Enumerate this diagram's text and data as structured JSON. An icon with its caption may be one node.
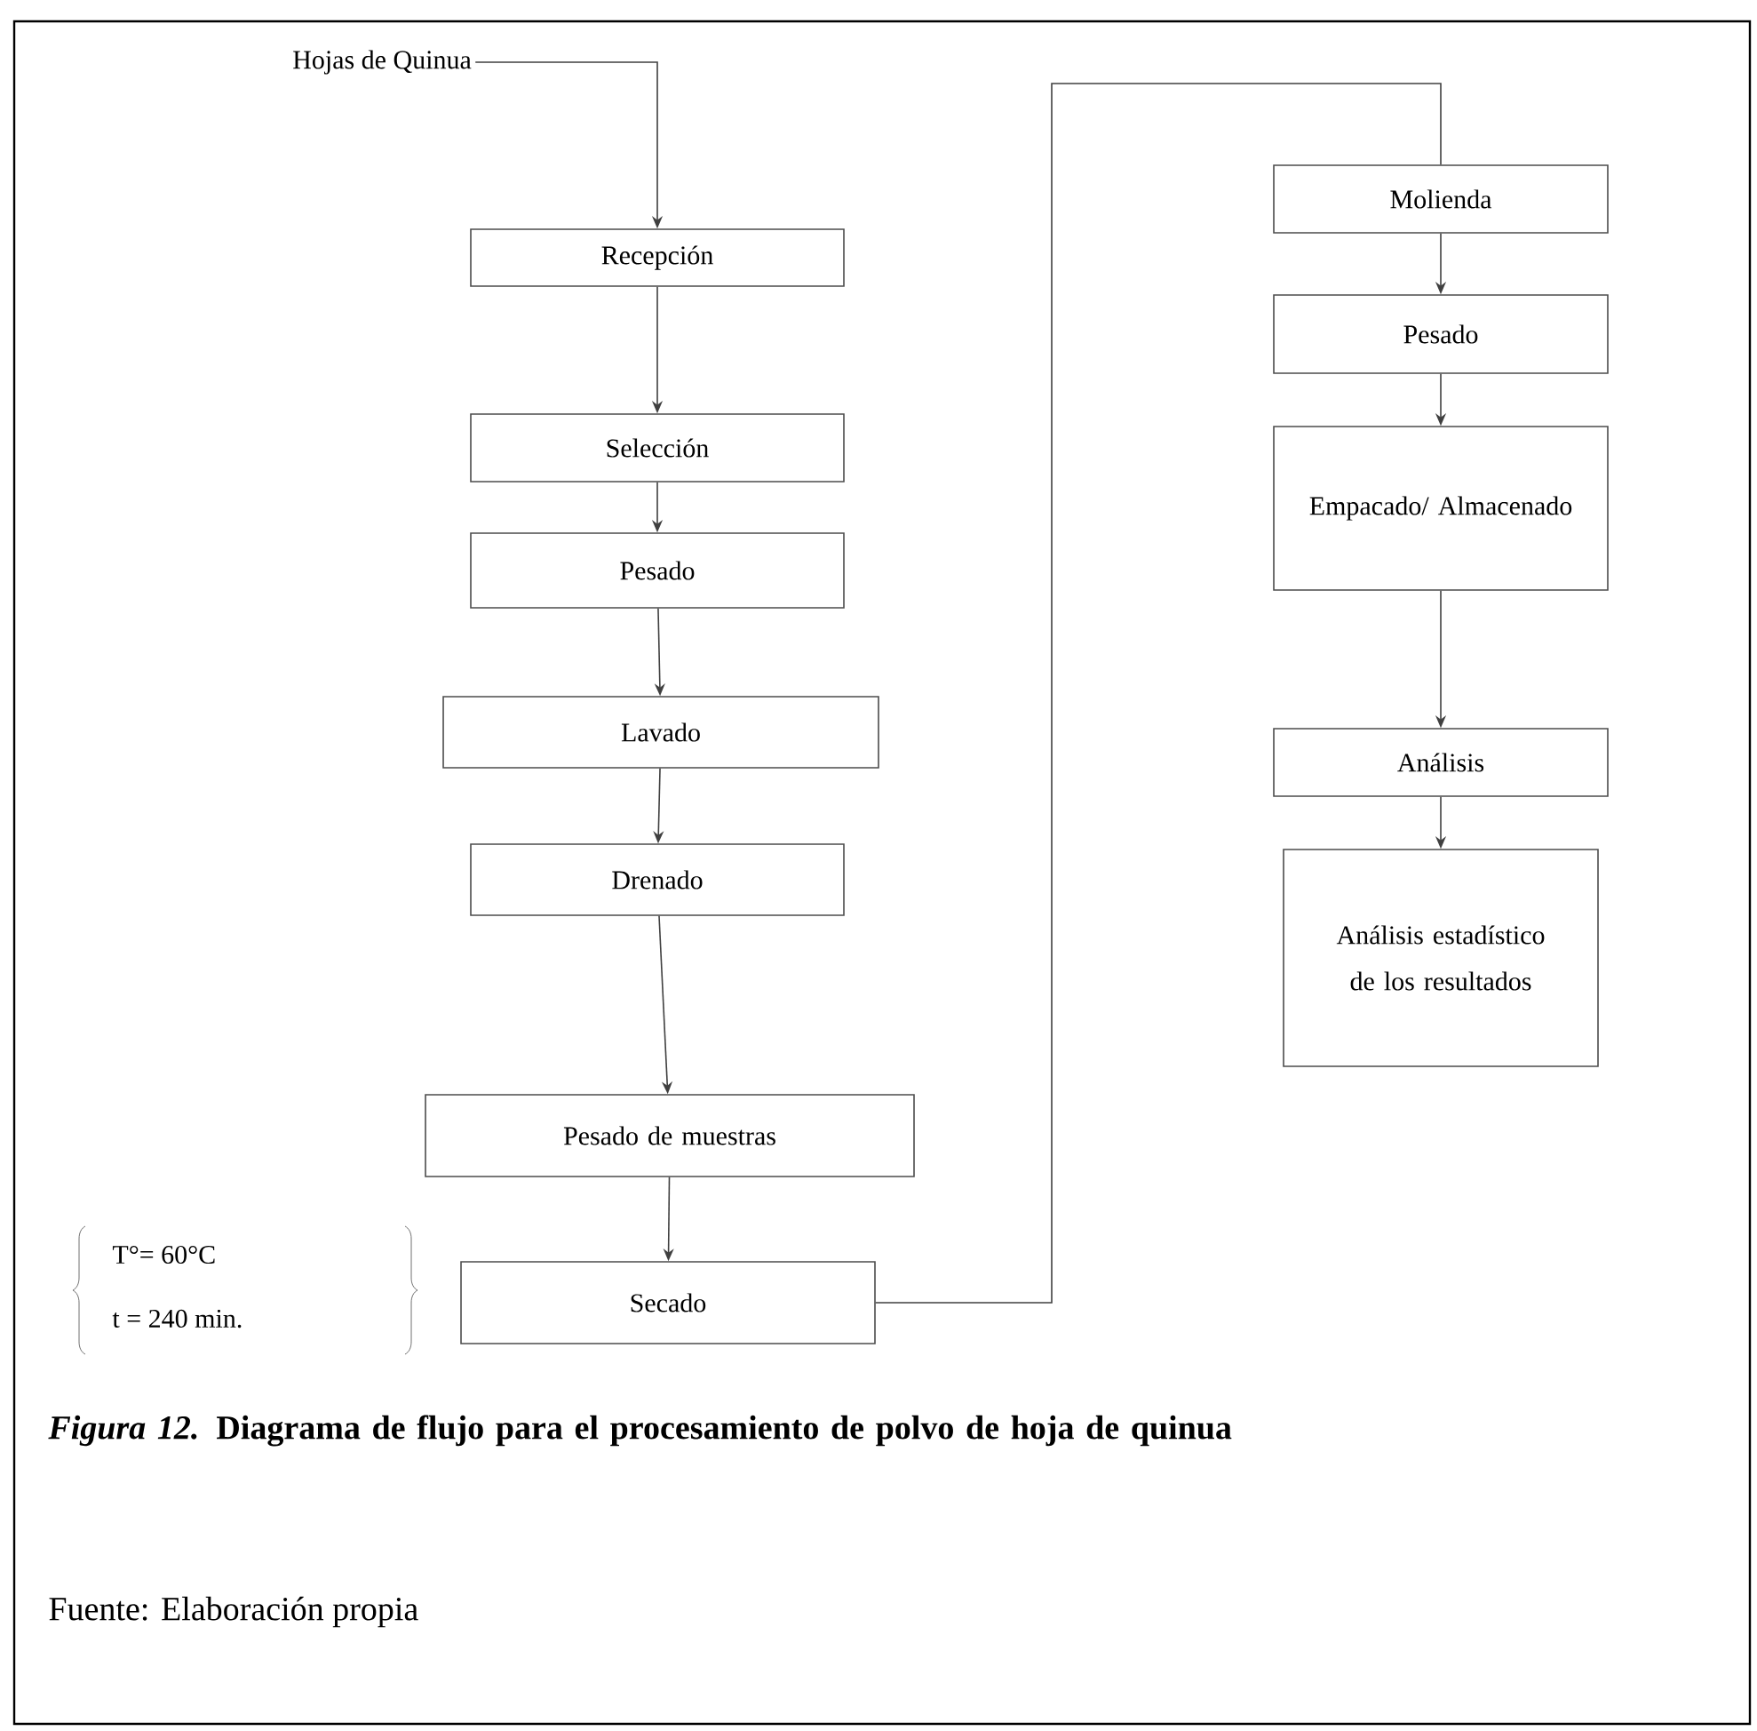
{
  "diagram": {
    "caption": "*Figura 12.* Diagrama de flujo para el procesamiento de polvo de hoja de quinua",
    "nodes": [
      {
        "text": [
          "Hojas de Quinua"
        ]
      },
      {
        "text": [
          "Recepción"
        ]
      },
      {
        "text": [
          "Selección"
        ]
      },
      {
        "text": [
          "Pesado"
        ]
      },
      {
        "text": [
          "Lavado"
        ]
      },
      {
        "text": [
          "Drenado"
        ]
      },
      {
        "text": [
          "Pesado de muestras"
        ]
      },
      {
        "text": [
          "Secado"
        ],
        "beside": [
          "T°= 60°C",
          "t = 240 min."
        ]
      },
      {
        "text": [
          "Molienda"
        ]
      },
      {
        "text": [
          "Pesado"
        ]
      },
      {
        "text": [
          "Empacado/ Almacenado"
        ]
      },
      {
        "text": [
          "Análisis"
        ]
      },
      {
        "text": [
          "Análisis estadístico de los resultados"
        ]
      }
    ],
    "edges": [
      {
        "from": 0,
        "to": 1,
        "arrow": "to"
      },
      {
        "from": 1,
        "to": 2,
        "arrow": "to"
      },
      {
        "from": 2,
        "to": 3,
        "arrow": "to"
      },
      {
        "from": 3,
        "to": 4,
        "arrow": "to"
      },
      {
        "from": 4,
        "to": 5,
        "arrow": "to"
      },
      {
        "from": 5,
        "to": 6,
        "arrow": "to"
      },
      {
        "from": 6,
        "to": 7,
        "arrow": "to"
      },
      {
        "from": 7,
        "to": 8,
        "arrow": "none"
      },
      {
        "from": 8,
        "to": 9,
        "arrow": "to"
      },
      {
        "from": 9,
        "to": 10,
        "arrow": "to"
      },
      {
        "from": 10,
        "to": 11,
        "arrow": "to"
      },
      {
        "from": 11,
        "to": 12,
        "arrow": "to"
      }
    ],
    "labels": [
      "Fuente: Elaboración propia"
    ]
  }
}
